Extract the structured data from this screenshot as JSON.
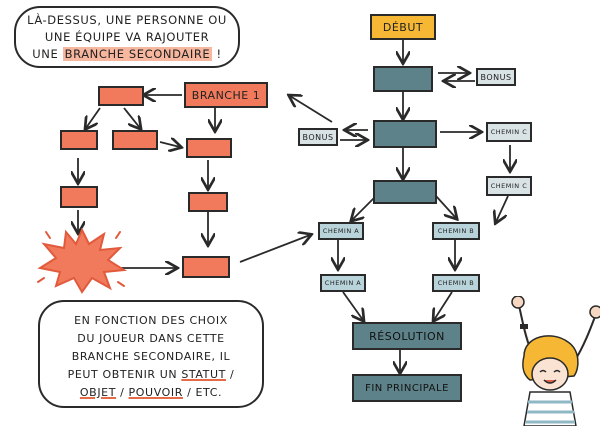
{
  "top_bubble": {
    "line1": "LÀ-DESSUS, UNE PERSONNE OU",
    "line2": "UNE ÉQUIPE VA RAJOUTER",
    "line3_prefix": "UNE ",
    "line3_highlight": "BRANCHE SECONDAIRE",
    "line3_suffix": " !"
  },
  "bottom_bubble": {
    "line1": "EN FONCTION DES CHOIX",
    "line2": "DU JOUEUR DANS CETTE",
    "line3": "BRANCHE SECONDAIRE, IL",
    "line4_prefix": "PEUT OBTENIR UN ",
    "line4_word": "STATUT",
    "line4_suffix": " /",
    "line5_word1": "OBJET",
    "line5_sep1": " / ",
    "line5_word2": "POUVOIR",
    "line5_suffix": " / ETC."
  },
  "main_flow": {
    "start": "DÉBUT",
    "bonus_top": "BONUS",
    "bonus_left": "BONUS",
    "path_c1": "CHEMIN C",
    "path_c2": "CHEMIN C",
    "path_a1": "CHEMIN A",
    "path_a2": "CHEMIN A",
    "path_b1": "CHEMIN B",
    "path_b2": "CHEMIN B",
    "resolution": "RÉSOLUTION",
    "end": "FIN PRINCIPALE"
  },
  "side_branch": {
    "title": "BRANCHE 1"
  },
  "colors": {
    "orange": "#f07a5b",
    "teal": "#5e8289",
    "light_teal": "#b9d3da",
    "yellow": "#f6b834",
    "highlight": "#f7b79f"
  }
}
